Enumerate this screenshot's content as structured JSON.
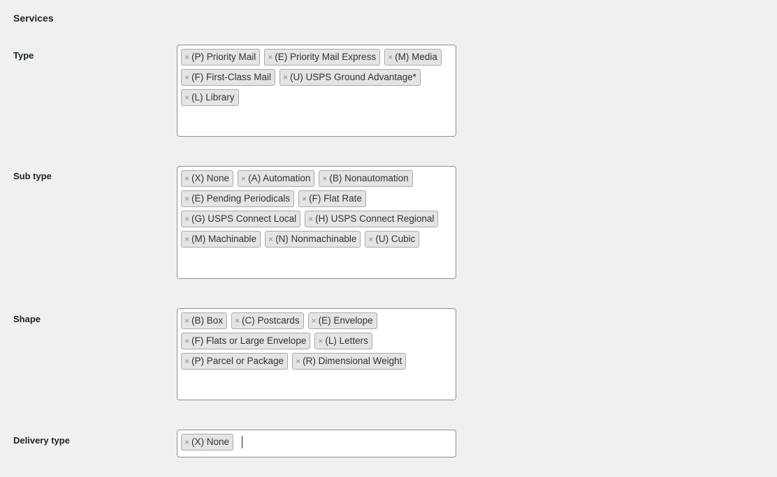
{
  "section_title": "Services",
  "fields": [
    {
      "label": "Type",
      "chips": [
        "(P) Priority Mail",
        "(E) Priority Mail Express",
        "(M) Media",
        "(F) First-Class Mail",
        "(U) USPS Ground Advantage*",
        "(L) Library"
      ]
    },
    {
      "label": "Sub type",
      "chips": [
        "(X) None",
        "(A) Automation",
        "(B) Nonautomation",
        "(E) Pending Periodicals",
        "(F) Flat Rate",
        "(G) USPS Connect Local",
        "(H) USPS Connect Regional",
        "(M) Machinable",
        "(N) Nonmachinable",
        "(U) Cubic"
      ]
    },
    {
      "label": "Shape",
      "chips": [
        "(B) Box",
        "(C) Postcards",
        "(E) Envelope",
        "(F) Flats or Large Envelope",
        "(L) Letters",
        "(P) Parcel or Package",
        "(R) Dimensional Weight"
      ]
    },
    {
      "label": "Delivery type",
      "chips": [
        "(X) None"
      ]
    }
  ],
  "remove_glyph": "×"
}
